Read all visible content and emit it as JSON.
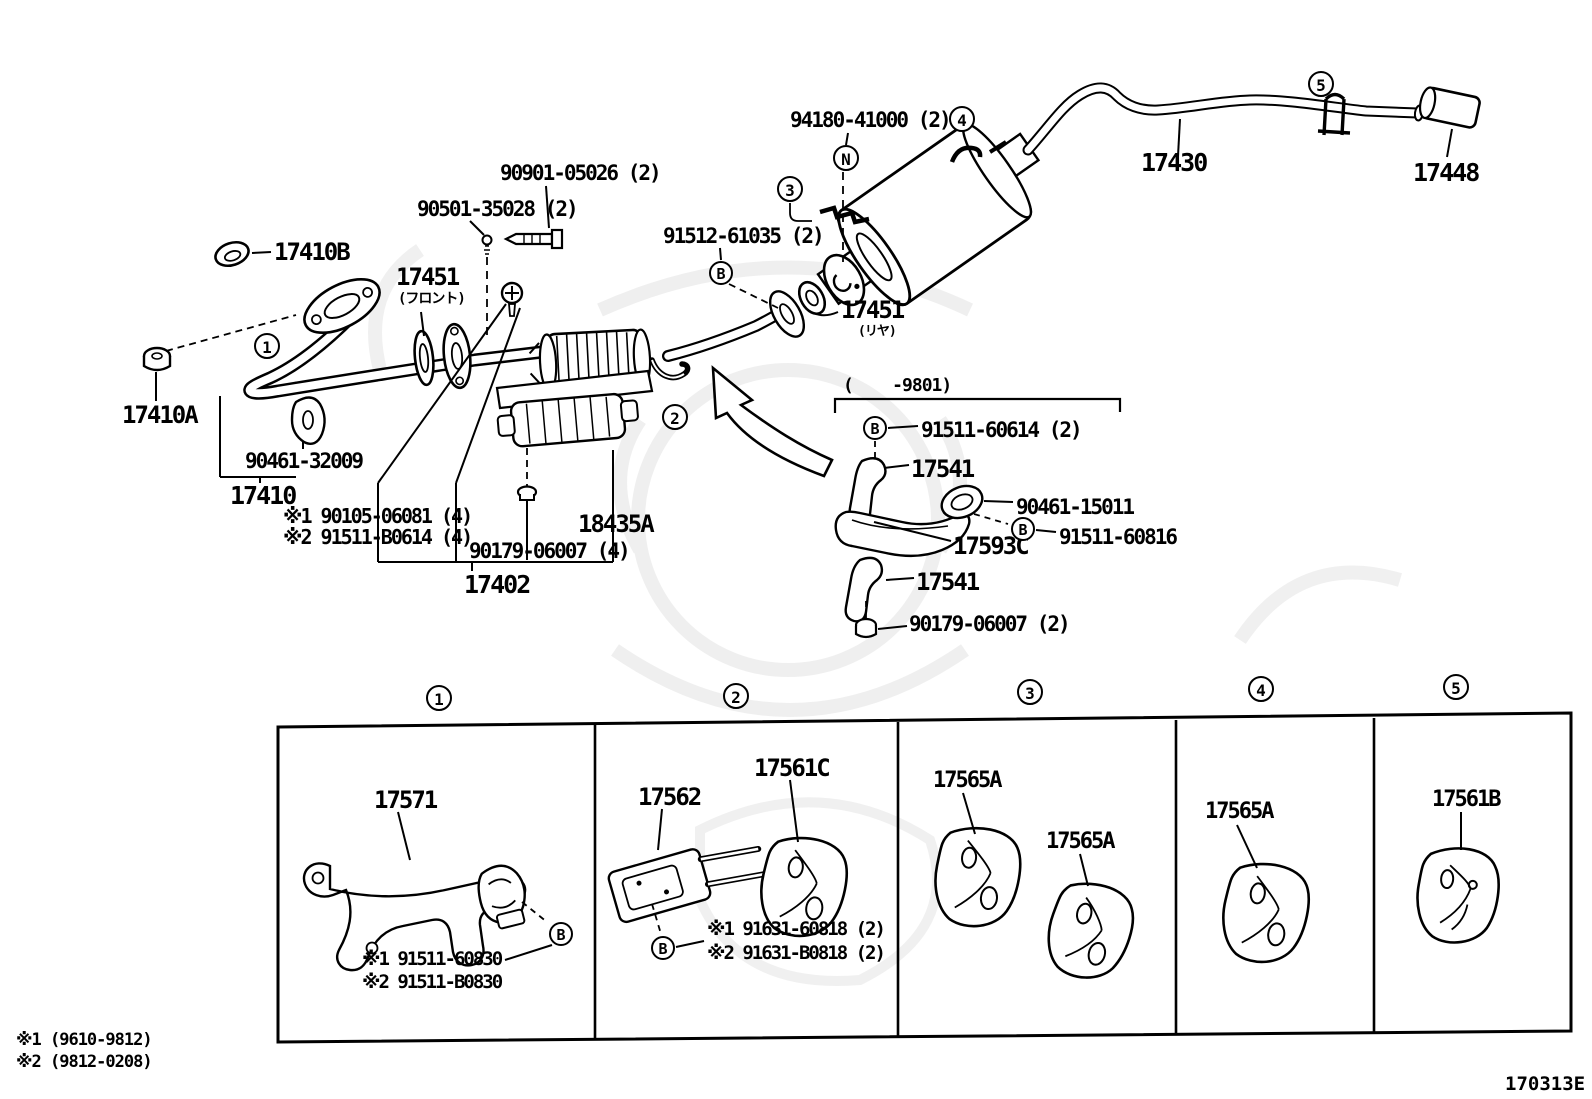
{
  "doc": {
    "code": "170313E"
  },
  "colors": {
    "ink": "#000000",
    "paper": "#ffffff",
    "watermark": "#e3e3e3"
  },
  "markers": {
    "one": "1",
    "two": "2",
    "three": "3",
    "four": "4",
    "five": "5",
    "n": "N",
    "b": "B"
  },
  "labels": {
    "p90901": "90901-05026 (2)",
    "p90501": "90501-35028 (2)",
    "p17410b": "17410B",
    "p17451f": "17451",
    "p17451f_sub": "(フロント)",
    "p94180": "94180-41000 (2)",
    "p91512": "91512-61035 (2)",
    "p17451r": "17451",
    "p17451r_sub": "(リヤ)",
    "p17430": "17430",
    "p17448": "17448",
    "p17410a": "17410A",
    "p90461_32009": "90461-32009",
    "p17410": "17410",
    "p90105": "※1 90105-06081 (4)",
    "p91511_b0614": "※2 91511-B0614 (4)",
    "p90179_4": "90179-06007 (4)",
    "p17402": "17402",
    "p18435a": "18435A",
    "p_range": "(    -9801)",
    "p91511_60614": "91511-60614 (2)",
    "p17541_upper": "17541",
    "p90461_15011": "90461-15011",
    "p17593c": "17593C",
    "p91511_60816": "91511-60816",
    "p17541_lower": "17541",
    "p90179_2": "90179-06007 (2)",
    "p17571": "17571",
    "p17562": "17562",
    "p17561c": "17561C",
    "p17565a_1": "17565A",
    "p17565a_2": "17565A",
    "p17565a_3": "17565A",
    "p17561b": "17561B",
    "p91511_60830": "※1 91511-60830",
    "p91511_b0830": "※2 91511-B0830",
    "p91631_60818": "※1 91631-60818 (2)",
    "p91631_b0818": "※2 91631-B0818 (2)"
  },
  "footnotes": {
    "f1": "※1 (9610-9812)",
    "f2": "※2 (9812-0208)"
  }
}
